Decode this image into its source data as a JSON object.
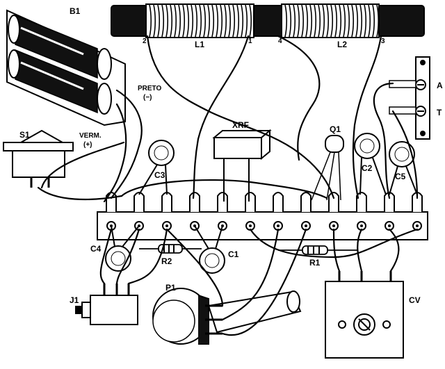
{
  "labels": {
    "battery": "B1",
    "switch": "S1",
    "preto_line1": "PRETO",
    "preto_line2": "(−)",
    "verm_line1": "VERM.",
    "verm_line2": "(+)",
    "coil1": "L1",
    "coil2": "L2",
    "coil_pin_2": "2",
    "coil_pin_1": "1",
    "coil_pin_4": "4",
    "coil_pin_3": "3",
    "choke": "XRF",
    "transistor": "Q1",
    "cap_c2": "C2",
    "cap_c3": "C3",
    "cap_c5": "C5",
    "cap_c4": "C4",
    "cap_c1": "C1",
    "res_r2": "R2",
    "res_r1": "R1",
    "jack": "J1",
    "pot": "P1",
    "var_cap": "CV",
    "term_a": "A",
    "term_t": "T"
  },
  "icons": {
    "battery": "battery-holder-icon",
    "switch": "rocker-switch-icon",
    "ferrite": "ferrite-rod-icon",
    "terminal_strip": "terminal-strip-icon"
  }
}
